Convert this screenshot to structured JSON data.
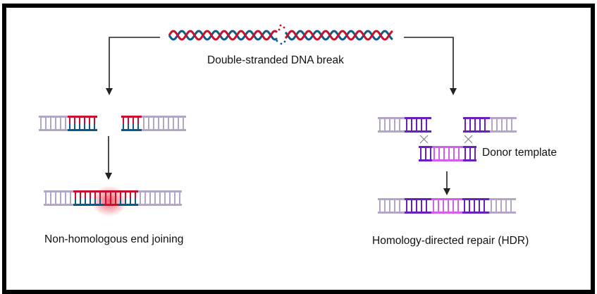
{
  "diagram": {
    "top_label": "Double-stranded DNA break",
    "nhej_label": "Non-homologous end joining",
    "hdr_label": "Homology-directed repair (HDR)",
    "donor_label": "Donor template"
  },
  "colors": {
    "strand_red": "#c8102e",
    "strand_blue": "#0b5a8c",
    "backbone_gray": "#b3a6c6",
    "donor_purple": "#6a1fbf",
    "donor_pink": "#d65cf0",
    "arrow": "#222222",
    "frame": "#000000"
  }
}
